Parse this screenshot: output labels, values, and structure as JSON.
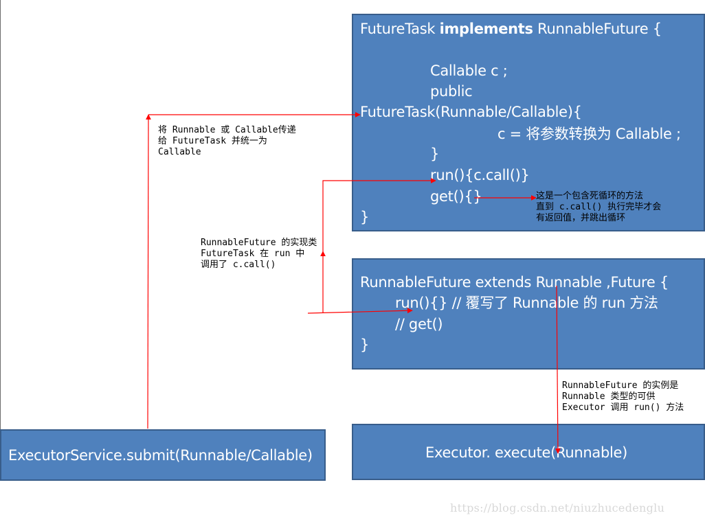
{
  "future_task_box": {
    "line1_a": "FutureTask ",
    "line1_b": "implements",
    "line1_c": " RunnableFuture {",
    "line2": "Callable c  ;",
    "line3": "public",
    "line4": "FutureTask(Runnable/Callable){",
    "line5": "c = 将参数转换为 Callable ;",
    "line6": "}",
    "line7": "run(){c.call()}",
    "line8": "get(){}",
    "line9": "}"
  },
  "runnable_future_box": {
    "line1": "RunnableFuture extends Runnable ,Future {",
    "line2": "run(){} // 覆写了 Runnable 的 run 方法",
    "line3": "// get()",
    "line4": "}"
  },
  "executor_service_box": {
    "label": "ExecutorService.submit(Runnable/Callable)"
  },
  "executor_box": {
    "label": "Executor. execute(Runnable)"
  },
  "notes": {
    "submit_note": [
      "将 Runnable 或 Callable传递",
      "给 FutureTask 并统一为",
      "Callable"
    ],
    "get_note": [
      "这是一个包含死循环的方法",
      "直到 c.call() 执行完毕才会",
      "有返回值，并跳出循环"
    ],
    "impl_note": [
      "RunnableFuture 的实现类",
      "FutureTask 在 run 中",
      "调用了 c.call()"
    ],
    "instance_note": [
      "RunnableFuture 的实例是",
      "Runnable 类型的可供",
      "Executor 调用 run() 方法"
    ]
  },
  "watermark": "https://blog.csdn.net/niuzhucedenglu",
  "colors": {
    "box_fill": "#4f81bd",
    "box_border": "#385d8a",
    "arrow": "#ff0000"
  }
}
